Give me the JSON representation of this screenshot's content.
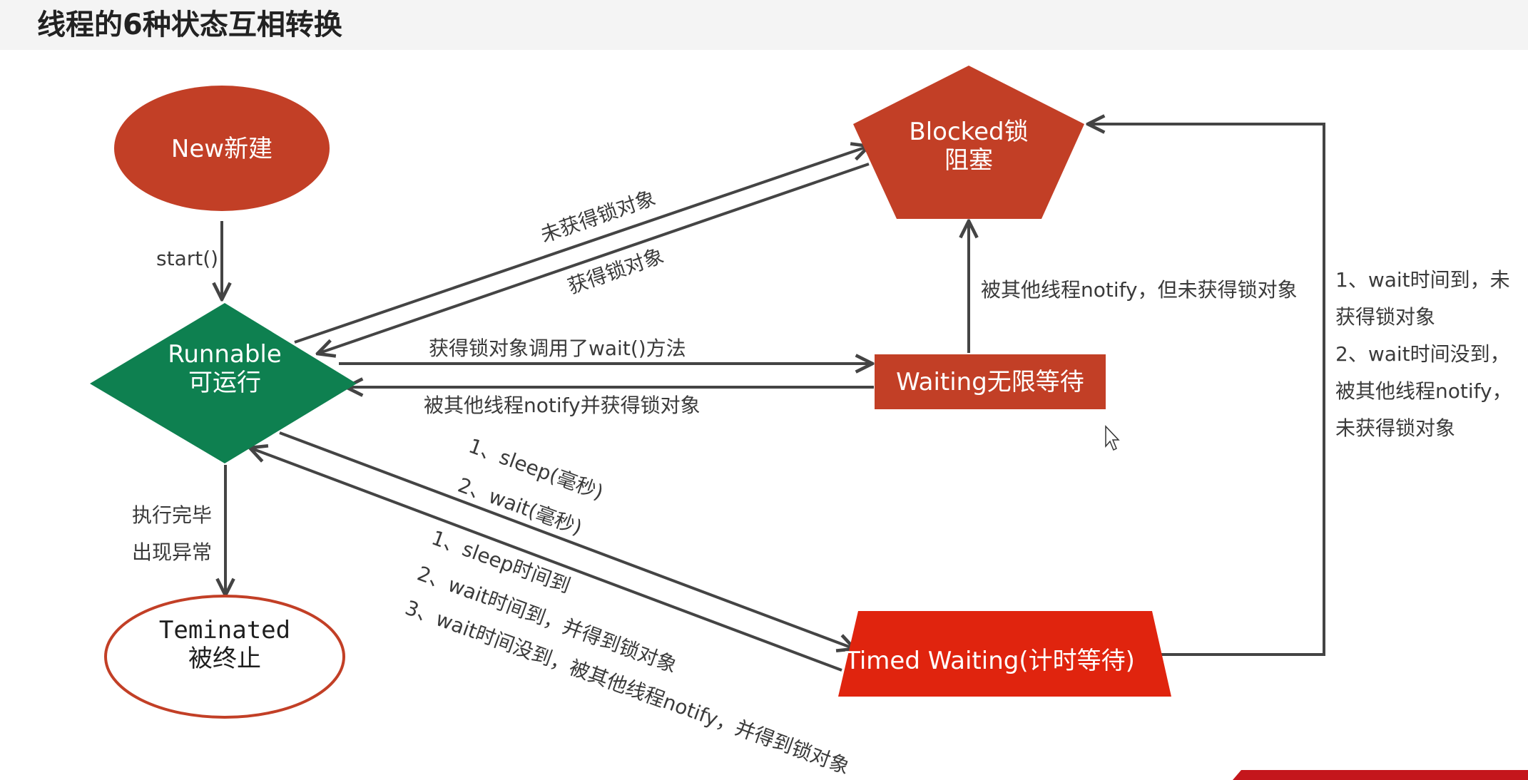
{
  "title": "线程的6种状态互相转换",
  "colors": {
    "new": "#c23f26",
    "runnable": "#0e8050",
    "blocked": "#c23f26",
    "waiting": "#c23f26",
    "timed_waiting": "#e0240e",
    "terminated_stroke": "#c23f26",
    "edge": "#444444"
  },
  "states": {
    "new": {
      "label": "New新建"
    },
    "runnable": {
      "line1": "Runnable",
      "line2": "可运行"
    },
    "blocked": {
      "line1": "Blocked锁",
      "line2": "阻塞"
    },
    "waiting": {
      "label": "Waiting无限等待"
    },
    "timed_waiting": {
      "label": "Timed Waiting(计时等待)"
    },
    "terminated": {
      "line1": "Teminated",
      "line2": "被终止"
    }
  },
  "transitions": {
    "start": "start()",
    "finished_line1": "执行完毕",
    "finished_line2": "出现异常",
    "to_blocked": "未获得锁对象",
    "from_blocked": "获得锁对象",
    "to_waiting": "获得锁对象调用了wait()方法",
    "from_waiting": "被其他线程notify并获得锁对象",
    "waiting_to_blocked": "被其他线程notify，但未获得锁对象",
    "to_timed_1": "1、sleep(毫秒)",
    "to_timed_2": "2、wait(毫秒)",
    "from_timed_1": "1、sleep时间到",
    "from_timed_2": "2、wait时间到，并得到锁对象",
    "from_timed_3": "3、wait时间没到，被其他线程notify，并得到锁对象",
    "timed_to_blocked_1": "1、wait时间到，未",
    "timed_to_blocked_2": "获得锁对象",
    "timed_to_blocked_3": "2、wait时间没到，",
    "timed_to_blocked_4": "被其他线程notify，",
    "timed_to_blocked_5": "未获得锁对象"
  }
}
